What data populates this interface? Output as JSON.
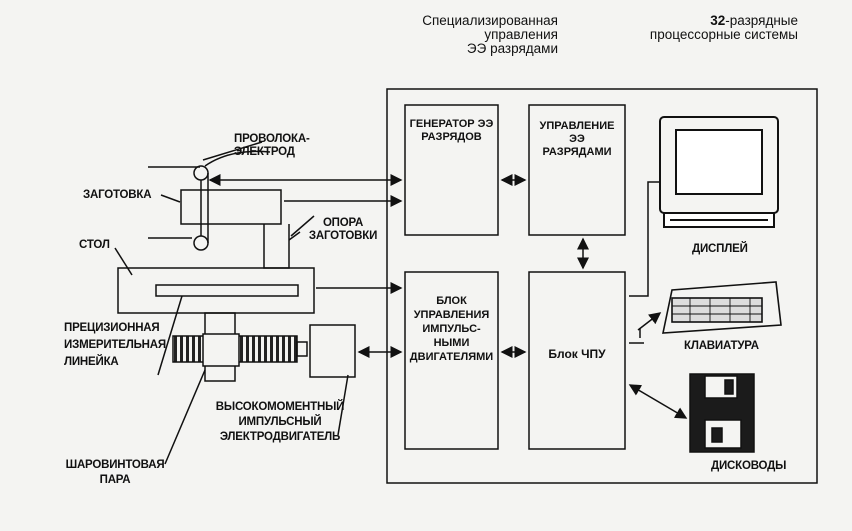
{
  "header": {
    "specialized_lines": [
      "Специализированная",
      "управления",
      "ЭЭ разрядами"
    ],
    "cpu_bold": "32",
    "cpu_rest": "-разрядные",
    "cpu_line2": "процессорные системы"
  },
  "blocks": {
    "generator": [
      "ГЕНЕРАТОР ЭЭ",
      "РАЗРЯДОВ"
    ],
    "discharge_control": [
      "УПРАВЛЕНИЕ",
      "ЭЭ",
      "РАЗРЯДАМИ"
    ],
    "motor_control": [
      "БЛОК",
      "УПРАВЛЕНИЯ",
      "ИМПУЛЬС-",
      "НЫМИ",
      "ДВИГАТЕЛЯМИ"
    ],
    "cnc": "Блок ЧПУ"
  },
  "labels": {
    "wire_electrode": [
      "ПРОВОЛОКА-",
      "ЭЛЕКТРОД"
    ],
    "workpiece": "ЗАГОТОВКА",
    "workpiece_support": [
      "ОПОРА",
      "ЗАГОТОВКИ"
    ],
    "table": "СТОЛ",
    "precision_scale": [
      "ПРЕЦИЗИОННАЯ",
      "ИЗМЕРИТЕЛЬНАЯ",
      "ЛИНЕЙКА"
    ],
    "motor": [
      "ВЫСОКОМОМЕНТНЫЙ",
      "ИМПУЛЬСНЫЙ",
      "ЭЛЕКТРОДВИГАТЕЛЬ"
    ],
    "ballscrew": [
      "ШАРОВИНТОВАЯ",
      "ПАРА"
    ],
    "display": "ДИСПЛЕЙ",
    "keyboard": "КЛАВИАТУРА",
    "drives": "ДИСКОВОДЫ"
  },
  "colors": {
    "ink": "#111111",
    "paper": "#f4f4f2",
    "screen": "#ffffff"
  }
}
